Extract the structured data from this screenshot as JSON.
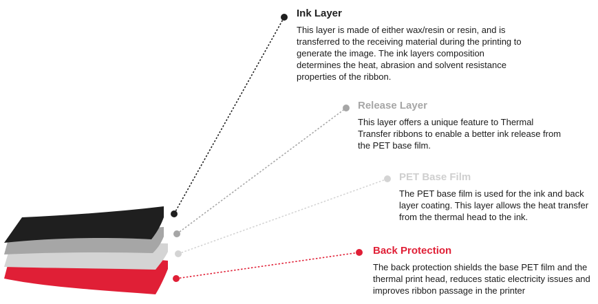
{
  "colors": {
    "ink": "#1f1f1f",
    "release": "#a6a6a6",
    "pet": "#d4d4d4",
    "back": "#e01f36",
    "text": "#1a1a1a"
  },
  "layers": [
    {
      "key": "ink",
      "title": "Ink Layer",
      "description": "This layer is made of either wax/resin or resin, and is transferred to the receiving material during the printing to generate the image. The ink layers composition determines the heat, abrasion and solvent resistance properties of the ribbon."
    },
    {
      "key": "release",
      "title": "Release Layer",
      "description": "This layer offers a unique feature to Thermal Transfer ribbons to enable a better ink release from the PET base film."
    },
    {
      "key": "pet",
      "title": "PET Base Film",
      "description": "The PET base film is used for the ink and back layer coating. This layer allows the heat transfer from the thermal head to the ink."
    },
    {
      "key": "back",
      "title": "Back Protection",
      "description": "The back protection shields the base PET film and the thermal print head, reduces static electricity issues and improves ribbon passage in the printer"
    }
  ]
}
